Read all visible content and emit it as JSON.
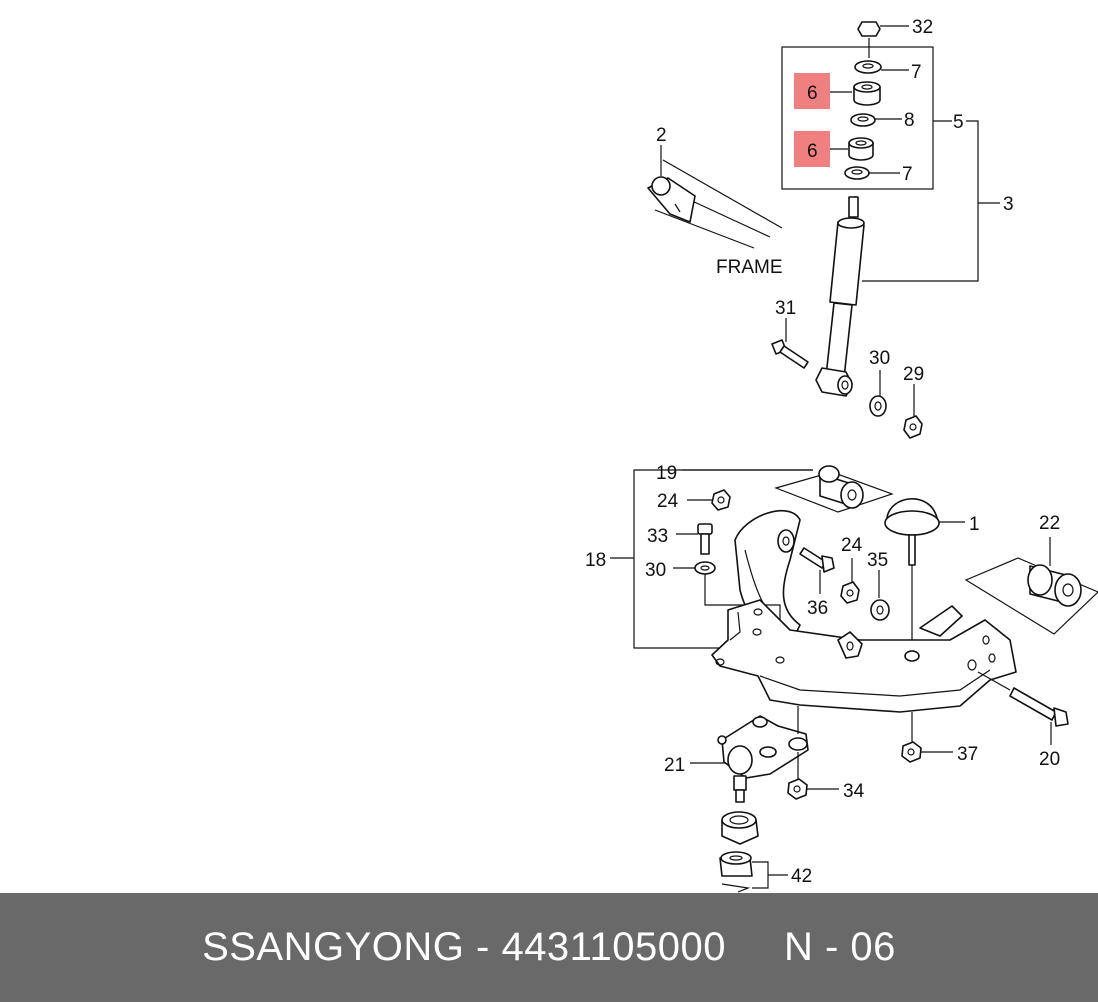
{
  "diagram": {
    "frame_label": "FRAME",
    "callouts": {
      "c1": "1",
      "c2": "2",
      "c3": "3",
      "c5": "5",
      "c6a": "6",
      "c6b": "6",
      "c7a": "7",
      "c7b": "7",
      "c8": "8",
      "c18": "18",
      "c19": "19",
      "c20": "20",
      "c21": "21",
      "c22": "22",
      "c24a": "24",
      "c24b": "24",
      "c29": "29",
      "c30a": "30",
      "c30b": "30",
      "c31": "31",
      "c32": "32",
      "c33": "33",
      "c34": "34",
      "c35": "35",
      "c36": "36",
      "c37": "37",
      "c42": "42"
    },
    "highlight_color": "#f08080"
  },
  "footer": {
    "text": "SSANGYONG - 4431105000     N - 06",
    "background": "#696969",
    "text_color": "#ffffff"
  }
}
